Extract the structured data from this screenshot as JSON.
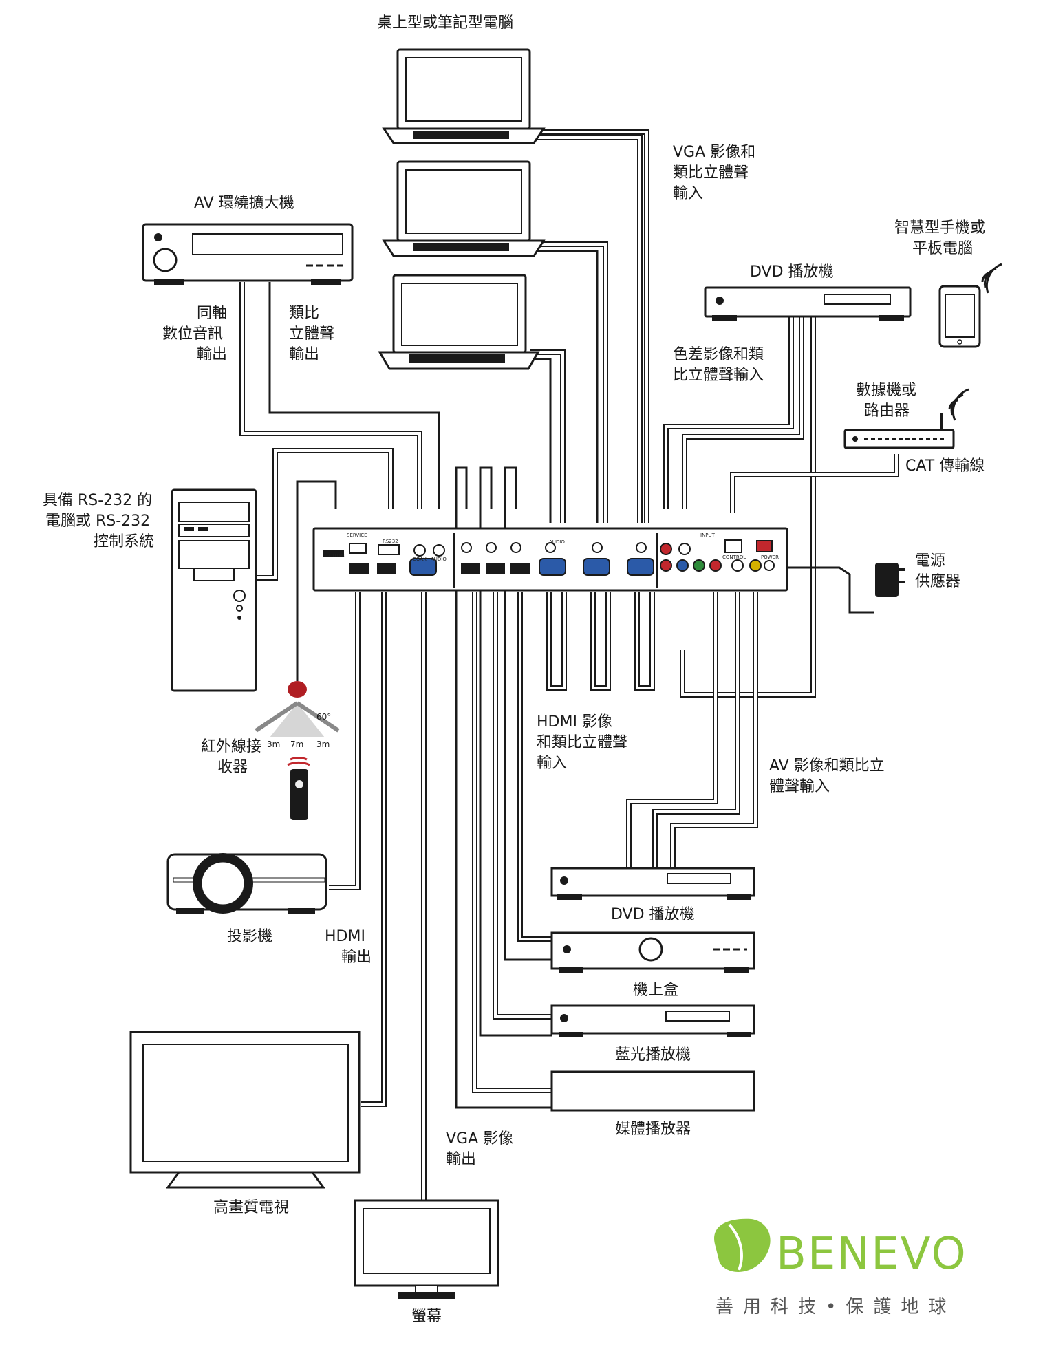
{
  "labels": {
    "computers": "桌上型或筆記型電腦",
    "vga_audio_in": [
      "VGA 影像和",
      "類比立體聲",
      "輸入"
    ],
    "av_receiver": "AV 環繞擴大機",
    "smartphone": [
      "智慧型手機或",
      "平板電腦"
    ],
    "dvd_top": "DVD 播放機",
    "coax_out": [
      "同軸",
      "數位音訊",
      "輸出"
    ],
    "analog_out": [
      "類比",
      "立體聲",
      "輸出"
    ],
    "component_in": [
      "色差影像和類",
      "比立體聲輸入"
    ],
    "router": [
      "數據機或",
      "路由器"
    ],
    "cat": "CAT 傳輸線",
    "rs232": [
      "具備 RS-232 的",
      "電腦或 RS-232",
      "控制系統"
    ],
    "power": [
      "電源",
      "供應器"
    ],
    "hdmi_in": [
      "HDMI 影像",
      "和類比立體聲",
      "輸入"
    ],
    "ir": [
      "紅外線接",
      "收器"
    ],
    "av_in": [
      "AV 影像和類比立",
      "體聲輸入"
    ],
    "ir_angle": "60°",
    "ir_dist_l": "3m",
    "ir_dist_m": "7m",
    "ir_dist_r": "3m",
    "dvd_bottom": "DVD 播放機",
    "projector": "投影機",
    "hdmi_out": [
      "HDMI",
      "輸出"
    ],
    "stb": "機上盒",
    "bluray": "藍光播放機",
    "media": "媒體播放器",
    "vga_out": [
      "VGA 影像",
      "輸出"
    ],
    "hdtv": "高畫質電視",
    "monitor": "螢幕"
  },
  "panel": {
    "service": "SERVICE",
    "rs232": "RS232",
    "coax": "COAX",
    "audio": "AUDIO",
    "audio2": "AUDIO",
    "output": "OUTPUT",
    "input": "INPUT",
    "control": "CONTROL",
    "power": "POWER"
  },
  "brand": {
    "name": "BENEVO",
    "slogan": "善用科技•保護地球",
    "colors": {
      "green": "#8cc63f",
      "gray": "#555555"
    }
  },
  "colors": {
    "red": "#c1272d",
    "green": "#2e8b3a",
    "blue": "#2b5aa8",
    "yellow": "#d4b200",
    "ir": "#b01e23"
  }
}
